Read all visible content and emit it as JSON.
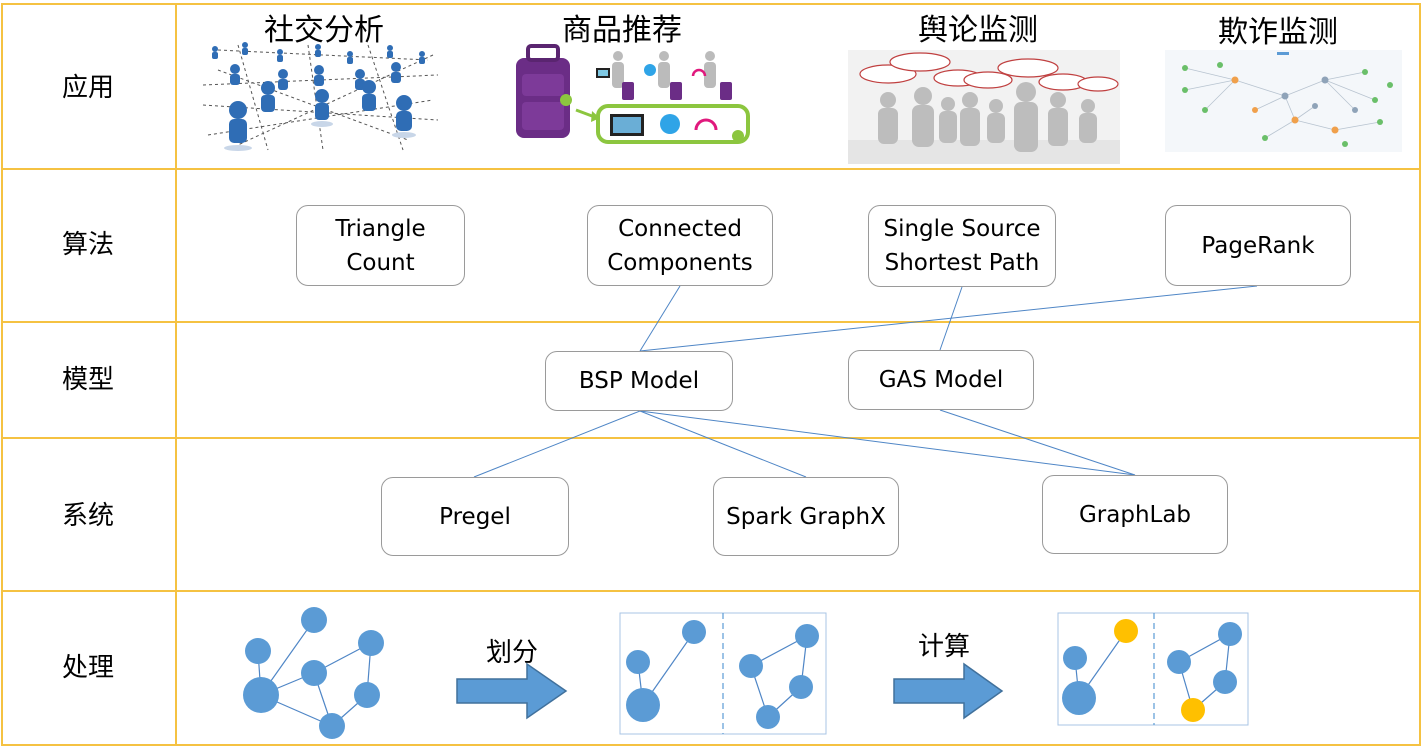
{
  "rows": {
    "application": "应用",
    "algorithm": "算法",
    "model": "模型",
    "system": "系统",
    "processing": "处理"
  },
  "applications": {
    "social": "社交分析",
    "recommend": "商品推荐",
    "opinion": "舆论监测",
    "fraud": "欺诈监测"
  },
  "algorithms": {
    "triangle_line1": "Triangle",
    "triangle_line2": "Count",
    "cc_line1": "Connected",
    "cc_line2": "Components",
    "sssp_line1": "Single Source",
    "sssp_line2": "Shortest Path",
    "pagerank": "PageRank"
  },
  "models": {
    "bsp": "BSP Model",
    "gas": "GAS Model"
  },
  "systems": {
    "pregel": "Pregel",
    "graphx": "Spark GraphX",
    "graphlab": "GraphLab"
  },
  "processing": {
    "partition": "划分",
    "compute": "计算"
  },
  "colors": {
    "grid_border": "#f5c242",
    "node_blue": "#5b9bd5",
    "node_yellow": "#ffc000",
    "edge": "#4f86c6",
    "arrow_fill": "#5b9bd5",
    "arrow_stroke": "#41719c",
    "suitcase": "#6b2d86",
    "recommend_frame": "#8cc63f"
  }
}
